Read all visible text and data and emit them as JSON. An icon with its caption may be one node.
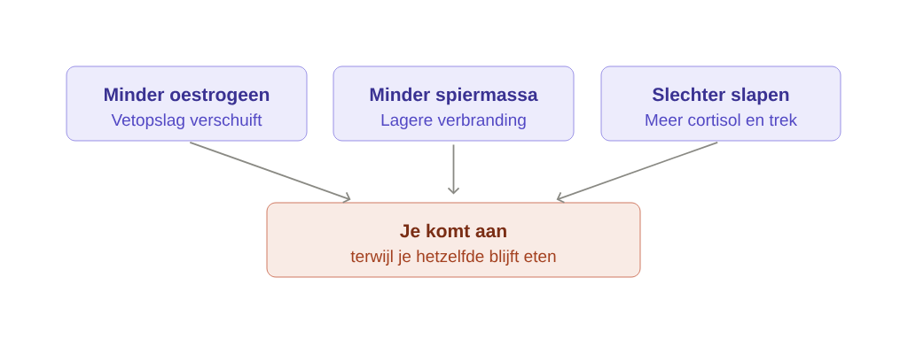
{
  "diagram": {
    "nodes": [
      {
        "text": [
          "Minder oestrogeen",
          "Vetopslag verschuift"
        ]
      },
      {
        "text": [
          "Minder spiermassa",
          "Lagere verbranding"
        ]
      },
      {
        "text": [
          "Slechter slapen",
          "Meer cortisol en trek"
        ]
      },
      {
        "text": [
          "Je komt aan",
          "terwijl je hetzelfde blijft eten"
        ]
      }
    ],
    "edges": [
      {
        "from": 0,
        "to": 3,
        "arrow": "to"
      },
      {
        "from": 1,
        "to": 3,
        "arrow": "to"
      },
      {
        "from": 2,
        "to": 3,
        "arrow": "to"
      }
    ]
  }
}
